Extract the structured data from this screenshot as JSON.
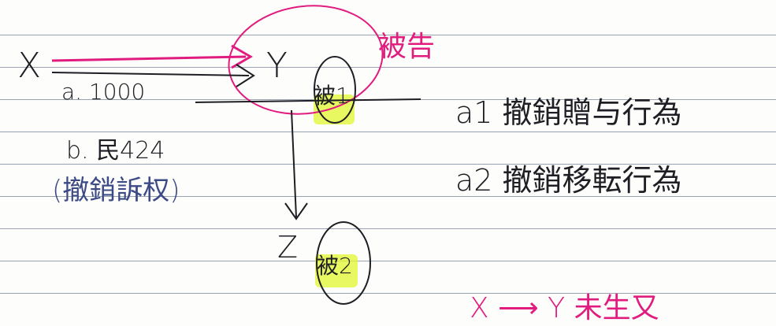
{
  "parties": {
    "x": "X",
    "y": "Y",
    "z": "Z",
    "y_tag": "被1",
    "z_tag": "被2"
  },
  "label_defendant": "被告",
  "left_notes": {
    "a": "a. 1000",
    "b": "b. 民424",
    "b_paren": "(撤銷訴权)"
  },
  "right_notes": {
    "a1": "a1 撤銷贈与行為",
    "a2": "a2 撤銷移転行為"
  },
  "bottom_note": "X ⟶ Y  未生又",
  "colors": {
    "pink": "#e01d7f",
    "blue": "#3c4a86",
    "ink": "#1e1e24",
    "highlight": "#dff52c"
  }
}
